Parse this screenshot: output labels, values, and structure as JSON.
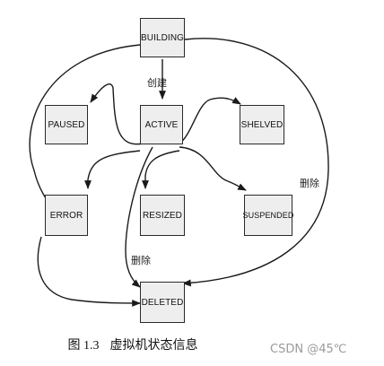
{
  "states": {
    "building": "BUILDING",
    "paused": "PAUSED",
    "active": "ACTIVE",
    "shelved": "SHELVED",
    "error": "ERROR",
    "resized": "RESIZED",
    "suspended": "SUSPENDED",
    "deleted": "DELETED"
  },
  "edge_labels": {
    "create": "创建",
    "delete_right": "删除",
    "delete_left": "删除"
  },
  "caption": {
    "figure_number": "图 1.3",
    "title": "虚拟机状态信息"
  },
  "watermark": "CSDN @45℃"
}
